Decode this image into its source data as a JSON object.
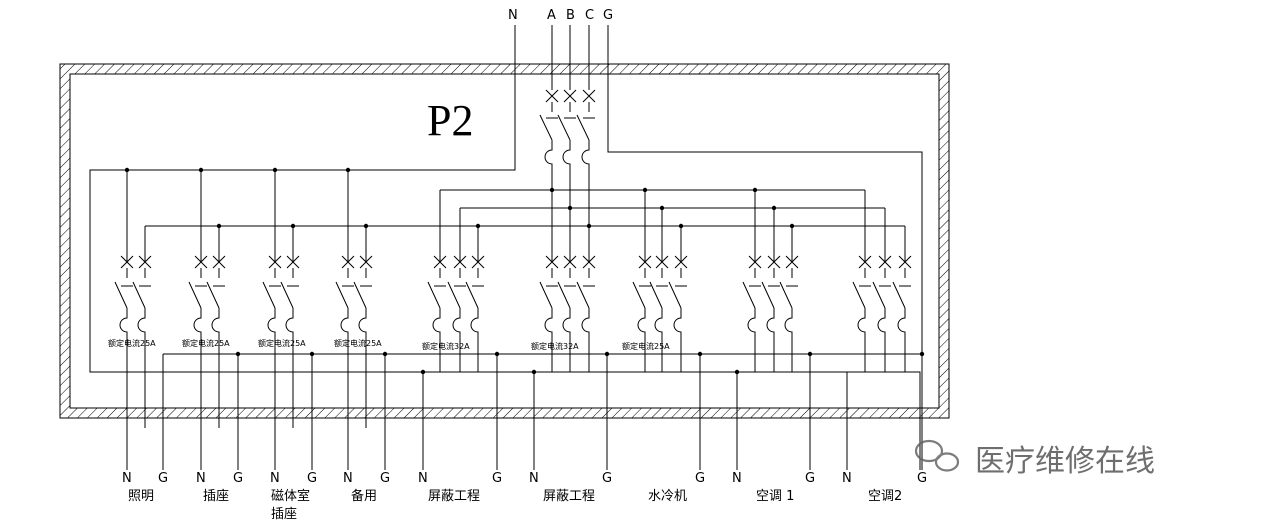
{
  "panel": {
    "title": "P2"
  },
  "supply": {
    "labels": [
      "N",
      "A",
      "B",
      "C",
      "G"
    ]
  },
  "breaker_ratings": [
    "额定电流25A",
    "额定电流25A",
    "额定电流25A",
    "额定电流25A",
    "额定电流32A",
    "额定电流32A",
    "额定电流25A"
  ],
  "circuits": [
    {
      "name": "照明",
      "terminals": [
        "N",
        "G"
      ]
    },
    {
      "name": "插座",
      "terminals": [
        "N",
        "G"
      ]
    },
    {
      "name_line1": "磁体室",
      "name_line2": "插座",
      "terminals": [
        "N",
        "G"
      ]
    },
    {
      "name": "备用",
      "terminals": [
        "N",
        "G"
      ]
    },
    {
      "name": "屏蔽工程",
      "terminals": [
        "N",
        "G"
      ]
    },
    {
      "name": "屏蔽工程",
      "terminals": [
        "N",
        "G"
      ]
    },
    {
      "name": "水冷机",
      "terminals": [
        "G"
      ]
    },
    {
      "name": "空调 1",
      "terminals": [
        "N",
        "G"
      ]
    },
    {
      "name": "空调2",
      "terminals": [
        "N",
        "G"
      ]
    }
  ],
  "watermark": {
    "text": "医疗维修在线"
  }
}
